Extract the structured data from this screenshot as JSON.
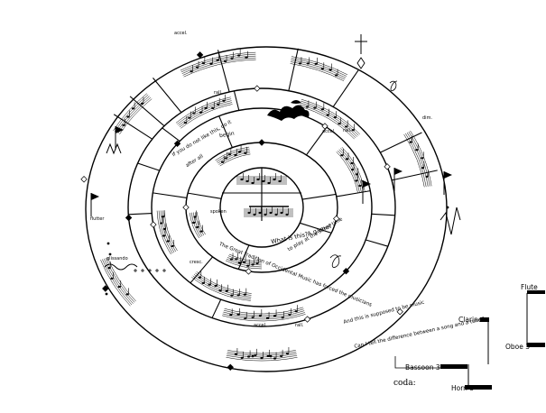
{
  "score": {
    "coda_label": "coda:",
    "instruments": {
      "flute": "Flute",
      "clarinet": "Clarinet",
      "oboe": "Oboe 3",
      "bassoon": "Bassoon 3",
      "horn": "Horn 3"
    },
    "center_texts": {
      "question1": "What is this?",
      "question2": "A game?",
      "tradition": "The Great Tradition of Occidental Music has forced the musicians",
      "tradition2": "to play at the same time",
      "begin": "begin"
    },
    "ring2_texts": {
      "text1": "If you do not like this, do it",
      "text2": "after all"
    },
    "ring4_texts": {
      "text1": "And this is supposed to be music",
      "text2": "Can I tell the difference between a song and a tune?"
    },
    "small_labels": {
      "accel": "accel.",
      "rall": "rall.",
      "dim": "dim.",
      "cresc": "cresc.",
      "fluttertongue": "flutter",
      "spoken": "spoken",
      "glissando": "glissando"
    },
    "colors": {
      "ink": "#000000",
      "paper": "#ffffff"
    }
  }
}
